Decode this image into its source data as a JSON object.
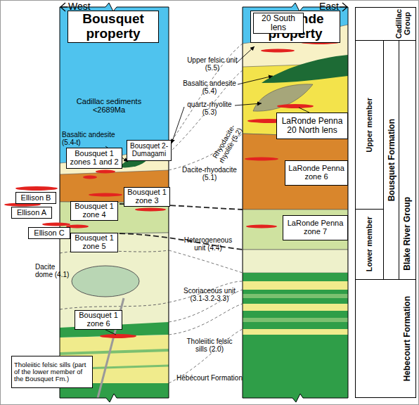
{
  "diagram": {
    "nodes": [
      {
        "text": [
          "Bousquet property"
        ]
      },
      {
        "text": [
          "LaRonde property"
        ]
      },
      {
        "text": [
          "Cadillac Group"
        ]
      },
      {
        "text": [
          "Blake River Group"
        ]
      },
      {
        "text": [
          "Bousquet Formation"
        ],
        "in": 3
      },
      {
        "text": [
          "Upper member"
        ],
        "in": 4
      },
      {
        "text": [
          "Lower member"
        ],
        "in": 4
      },
      {
        "text": [
          "Hebecourt Formation"
        ]
      },
      {
        "text": [
          "Bousquet 1 zones 1 and 2"
        ]
      },
      {
        "text": [
          "Bousquet 2- Dumagami"
        ]
      },
      {
        "text": [
          "Bousquet 1 zone 3"
        ]
      },
      {
        "text": [
          "Ellison B"
        ]
      },
      {
        "text": [
          "Bousquet 1 zone 4"
        ]
      },
      {
        "text": [
          "Ellison A"
        ]
      },
      {
        "text": [
          "Ellison C"
        ]
      },
      {
        "text": [
          "Bousquet 1 zone 5"
        ]
      },
      {
        "text": [
          "Bousquet 1 zone 6"
        ]
      },
      {
        "text": [
          "Tholeiitic felsic sills (part of the lower member of the Bousquet Fm.)"
        ]
      },
      {
        "text": [
          "20 South lens"
        ]
      },
      {
        "text": [
          "LaRonde Penna 20 North lens"
        ]
      },
      {
        "text": [
          "LaRonde Penna zone 6"
        ]
      },
      {
        "text": [
          "LaRonde Penna zone 7"
        ]
      }
    ],
    "labels": [
      "West",
      "East",
      "Cadillac sediments <2689Ma",
      "Basaltic andesite (5.4-t)",
      "Upper felsic unit (5.5)",
      "Basaltic andesite (5.4)",
      "quartz-rhyolite (5.3)",
      "Rhyodacite-rhyolite (5.2)",
      "Dacite-rhyodacite (5.1)",
      "Heterogeneous unit (4.4)",
      "Dacite dome (4.1)",
      "Scoriaceous unit (3.1-3.2-3.3)",
      "Tholeiitic felsic sills (2.0)",
      "Hébécourt Formation"
    ]
  }
}
